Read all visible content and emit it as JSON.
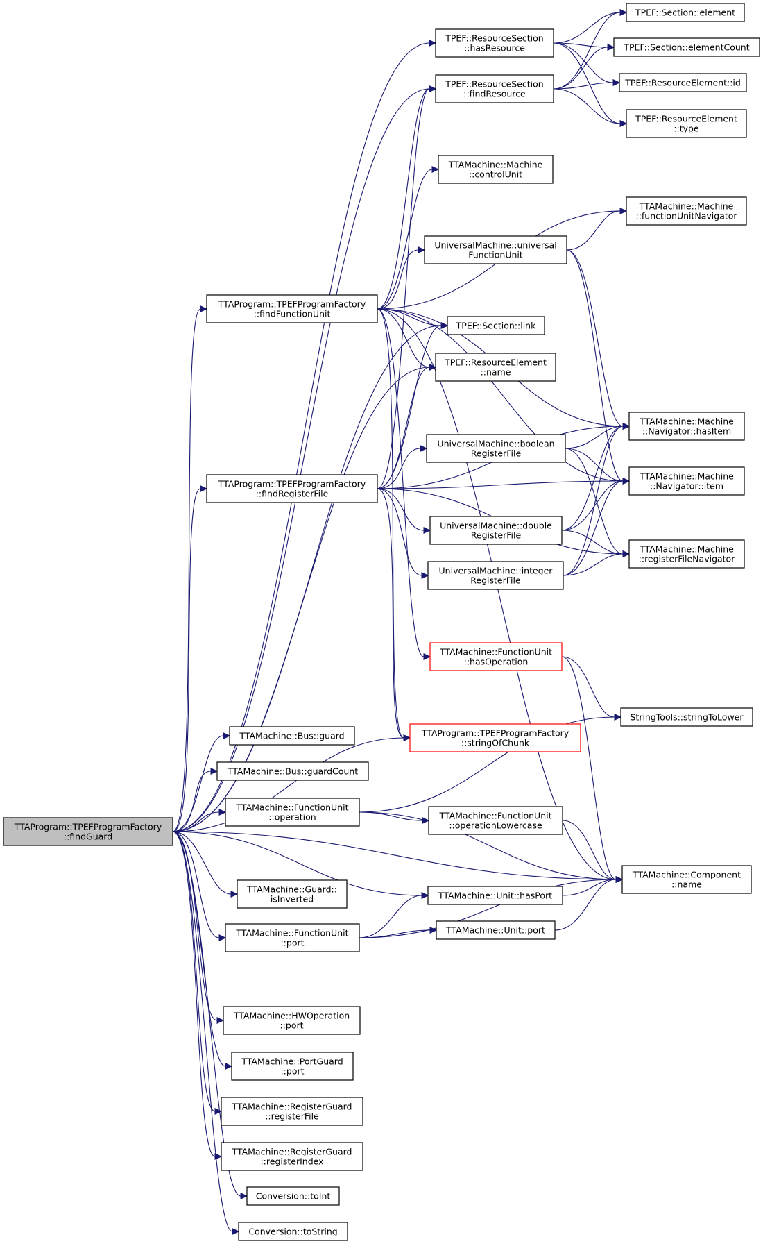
{
  "colors": {
    "edge": "#191970",
    "node_border": "#000000",
    "node_border_highlight": "#ff0000",
    "root_fill": "#bfbfbf",
    "background": "#ffffff"
  },
  "nodes": [
    {
      "id": "findGuard",
      "lines": [
        "TTAProgram::TPEFProgramFactory",
        "::findGuard"
      ],
      "style": "root"
    },
    {
      "id": "hasResource",
      "lines": [
        "TPEF::ResourceSection",
        "::hasResource"
      ]
    },
    {
      "id": "findResource",
      "lines": [
        "TPEF::ResourceSection",
        "::findResource"
      ]
    },
    {
      "id": "sectionElement",
      "lines": [
        "TPEF::Section::element"
      ]
    },
    {
      "id": "elementCount",
      "lines": [
        "TPEF::Section::elementCount"
      ]
    },
    {
      "id": "resElementId",
      "lines": [
        "TPEF::ResourceElement::id"
      ]
    },
    {
      "id": "resElementType",
      "lines": [
        "TPEF::ResourceElement",
        "::type"
      ]
    },
    {
      "id": "controlUnit",
      "lines": [
        "TTAMachine::Machine",
        "::controlUnit"
      ]
    },
    {
      "id": "fuNavigator",
      "lines": [
        "TTAMachine::Machine",
        "::functionUnitNavigator"
      ]
    },
    {
      "id": "universalFU",
      "lines": [
        "UniversalMachine::universal",
        "FunctionUnit"
      ]
    },
    {
      "id": "findFunctionUnit",
      "lines": [
        "TTAProgram::TPEFProgramFactory",
        "::findFunctionUnit"
      ]
    },
    {
      "id": "sectionLink",
      "lines": [
        "TPEF::Section::link"
      ]
    },
    {
      "id": "resElementName",
      "lines": [
        "TPEF::ResourceElement",
        "::name"
      ]
    },
    {
      "id": "navHasItem",
      "lines": [
        "TTAMachine::Machine",
        "::Navigator::hasItem"
      ]
    },
    {
      "id": "boolRF",
      "lines": [
        "UniversalMachine::boolean",
        "RegisterFile"
      ]
    },
    {
      "id": "navItem",
      "lines": [
        "TTAMachine::Machine",
        "::Navigator::item"
      ]
    },
    {
      "id": "findRegisterFile",
      "lines": [
        "TTAProgram::TPEFProgramFactory",
        "::findRegisterFile"
      ]
    },
    {
      "id": "doubleRF",
      "lines": [
        "UniversalMachine::double",
        "RegisterFile"
      ]
    },
    {
      "id": "rfNavigator",
      "lines": [
        "TTAMachine::Machine",
        "::registerFileNavigator"
      ]
    },
    {
      "id": "intRF",
      "lines": [
        "UniversalMachine::integer",
        "RegisterFile"
      ]
    },
    {
      "id": "fuHasOperation",
      "lines": [
        "TTAMachine::FunctionUnit",
        "::hasOperation"
      ],
      "style": "red"
    },
    {
      "id": "stringToLower",
      "lines": [
        "StringTools::stringToLower"
      ]
    },
    {
      "id": "stringOfChunk",
      "lines": [
        "TTAProgram::TPEFProgramFactory",
        "::stringOfChunk"
      ],
      "style": "red"
    },
    {
      "id": "busGuard",
      "lines": [
        "TTAMachine::Bus::guard"
      ]
    },
    {
      "id": "busGuardCount",
      "lines": [
        "TTAMachine::Bus::guardCount"
      ]
    },
    {
      "id": "fuOperation",
      "lines": [
        "TTAMachine::FunctionUnit",
        "::operation"
      ]
    },
    {
      "id": "fuOpLower",
      "lines": [
        "TTAMachine::FunctionUnit",
        "::operationLowercase"
      ]
    },
    {
      "id": "componentName",
      "lines": [
        "TTAMachine::Component",
        "::name"
      ]
    },
    {
      "id": "guardInverted",
      "lines": [
        "TTAMachine::Guard::",
        "isInverted"
      ]
    },
    {
      "id": "unitHasPort",
      "lines": [
        "TTAMachine::Unit::hasPort"
      ]
    },
    {
      "id": "fuPort",
      "lines": [
        "TTAMachine::FunctionUnit",
        "::port"
      ]
    },
    {
      "id": "unitPort",
      "lines": [
        "TTAMachine::Unit::port"
      ]
    },
    {
      "id": "hwOpPort",
      "lines": [
        "TTAMachine::HWOperation",
        "::port"
      ]
    },
    {
      "id": "portGuardPort",
      "lines": [
        "TTAMachine::PortGuard",
        "::port"
      ]
    },
    {
      "id": "rgRegisterFile",
      "lines": [
        "TTAMachine::RegisterGuard",
        "::registerFile"
      ]
    },
    {
      "id": "rgRegisterIndex",
      "lines": [
        "TTAMachine::RegisterGuard",
        "::registerIndex"
      ]
    },
    {
      "id": "convToInt",
      "lines": [
        "Conversion::toInt"
      ]
    },
    {
      "id": "convToString",
      "lines": [
        "Conversion::toString"
      ]
    }
  ],
  "edges": [
    [
      "findGuard",
      "hasResource"
    ],
    [
      "findGuard",
      "findResource"
    ],
    [
      "findGuard",
      "findFunctionUnit"
    ],
    [
      "findGuard",
      "sectionLink"
    ],
    [
      "findGuard",
      "resElementName"
    ],
    [
      "findGuard",
      "findRegisterFile"
    ],
    [
      "findGuard",
      "stringOfChunk"
    ],
    [
      "findGuard",
      "busGuard"
    ],
    [
      "findGuard",
      "busGuardCount"
    ],
    [
      "findGuard",
      "fuOperation"
    ],
    [
      "findGuard",
      "unitHasPort"
    ],
    [
      "findGuard",
      "guardInverted"
    ],
    [
      "findGuard",
      "fuPort"
    ],
    [
      "findGuard",
      "componentName"
    ],
    [
      "findGuard",
      "hwOpPort"
    ],
    [
      "findGuard",
      "portGuardPort"
    ],
    [
      "findGuard",
      "rgRegisterFile"
    ],
    [
      "findGuard",
      "rgRegisterIndex"
    ],
    [
      "findGuard",
      "convToInt"
    ],
    [
      "findGuard",
      "convToString"
    ],
    [
      "hasResource",
      "sectionElement"
    ],
    [
      "hasResource",
      "elementCount"
    ],
    [
      "hasResource",
      "resElementId"
    ],
    [
      "hasResource",
      "resElementType"
    ],
    [
      "findResource",
      "sectionElement"
    ],
    [
      "findResource",
      "elementCount"
    ],
    [
      "findResource",
      "resElementId"
    ],
    [
      "findResource",
      "resElementType"
    ],
    [
      "findFunctionUnit",
      "findResource"
    ],
    [
      "findFunctionUnit",
      "controlUnit"
    ],
    [
      "findFunctionUnit",
      "fuNavigator"
    ],
    [
      "findFunctionUnit",
      "universalFU"
    ],
    [
      "findFunctionUnit",
      "sectionLink"
    ],
    [
      "findFunctionUnit",
      "resElementName"
    ],
    [
      "findFunctionUnit",
      "navHasItem"
    ],
    [
      "findFunctionUnit",
      "navItem"
    ],
    [
      "findFunctionUnit",
      "fuHasOperation"
    ],
    [
      "findFunctionUnit",
      "stringOfChunk"
    ],
    [
      "findFunctionUnit",
      "componentName"
    ],
    [
      "universalFU",
      "fuNavigator"
    ],
    [
      "universalFU",
      "navHasItem"
    ],
    [
      "universalFU",
      "navItem"
    ],
    [
      "findRegisterFile",
      "findResource"
    ],
    [
      "findRegisterFile",
      "sectionLink"
    ],
    [
      "findRegisterFile",
      "resElementName"
    ],
    [
      "findRegisterFile",
      "boolRF"
    ],
    [
      "findRegisterFile",
      "navHasItem"
    ],
    [
      "findRegisterFile",
      "navItem"
    ],
    [
      "findRegisterFile",
      "doubleRF"
    ],
    [
      "findRegisterFile",
      "intRF"
    ],
    [
      "findRegisterFile",
      "rfNavigator"
    ],
    [
      "findRegisterFile",
      "stringOfChunk"
    ],
    [
      "boolRF",
      "navHasItem"
    ],
    [
      "boolRF",
      "navItem"
    ],
    [
      "boolRF",
      "rfNavigator"
    ],
    [
      "doubleRF",
      "navHasItem"
    ],
    [
      "doubleRF",
      "navItem"
    ],
    [
      "doubleRF",
      "rfNavigator"
    ],
    [
      "intRF",
      "navHasItem"
    ],
    [
      "intRF",
      "navItem"
    ],
    [
      "intRF",
      "rfNavigator"
    ],
    [
      "fuHasOperation",
      "stringToLower"
    ],
    [
      "fuHasOperation",
      "componentName"
    ],
    [
      "fuOperation",
      "stringToLower"
    ],
    [
      "fuOperation",
      "fuOpLower"
    ],
    [
      "fuOperation",
      "componentName"
    ],
    [
      "fuOpLower",
      "componentName"
    ],
    [
      "unitHasPort",
      "componentName"
    ],
    [
      "fuPort",
      "unitHasPort"
    ],
    [
      "fuPort",
      "unitPort"
    ],
    [
      "fuPort",
      "componentName"
    ],
    [
      "unitPort",
      "componentName"
    ]
  ]
}
